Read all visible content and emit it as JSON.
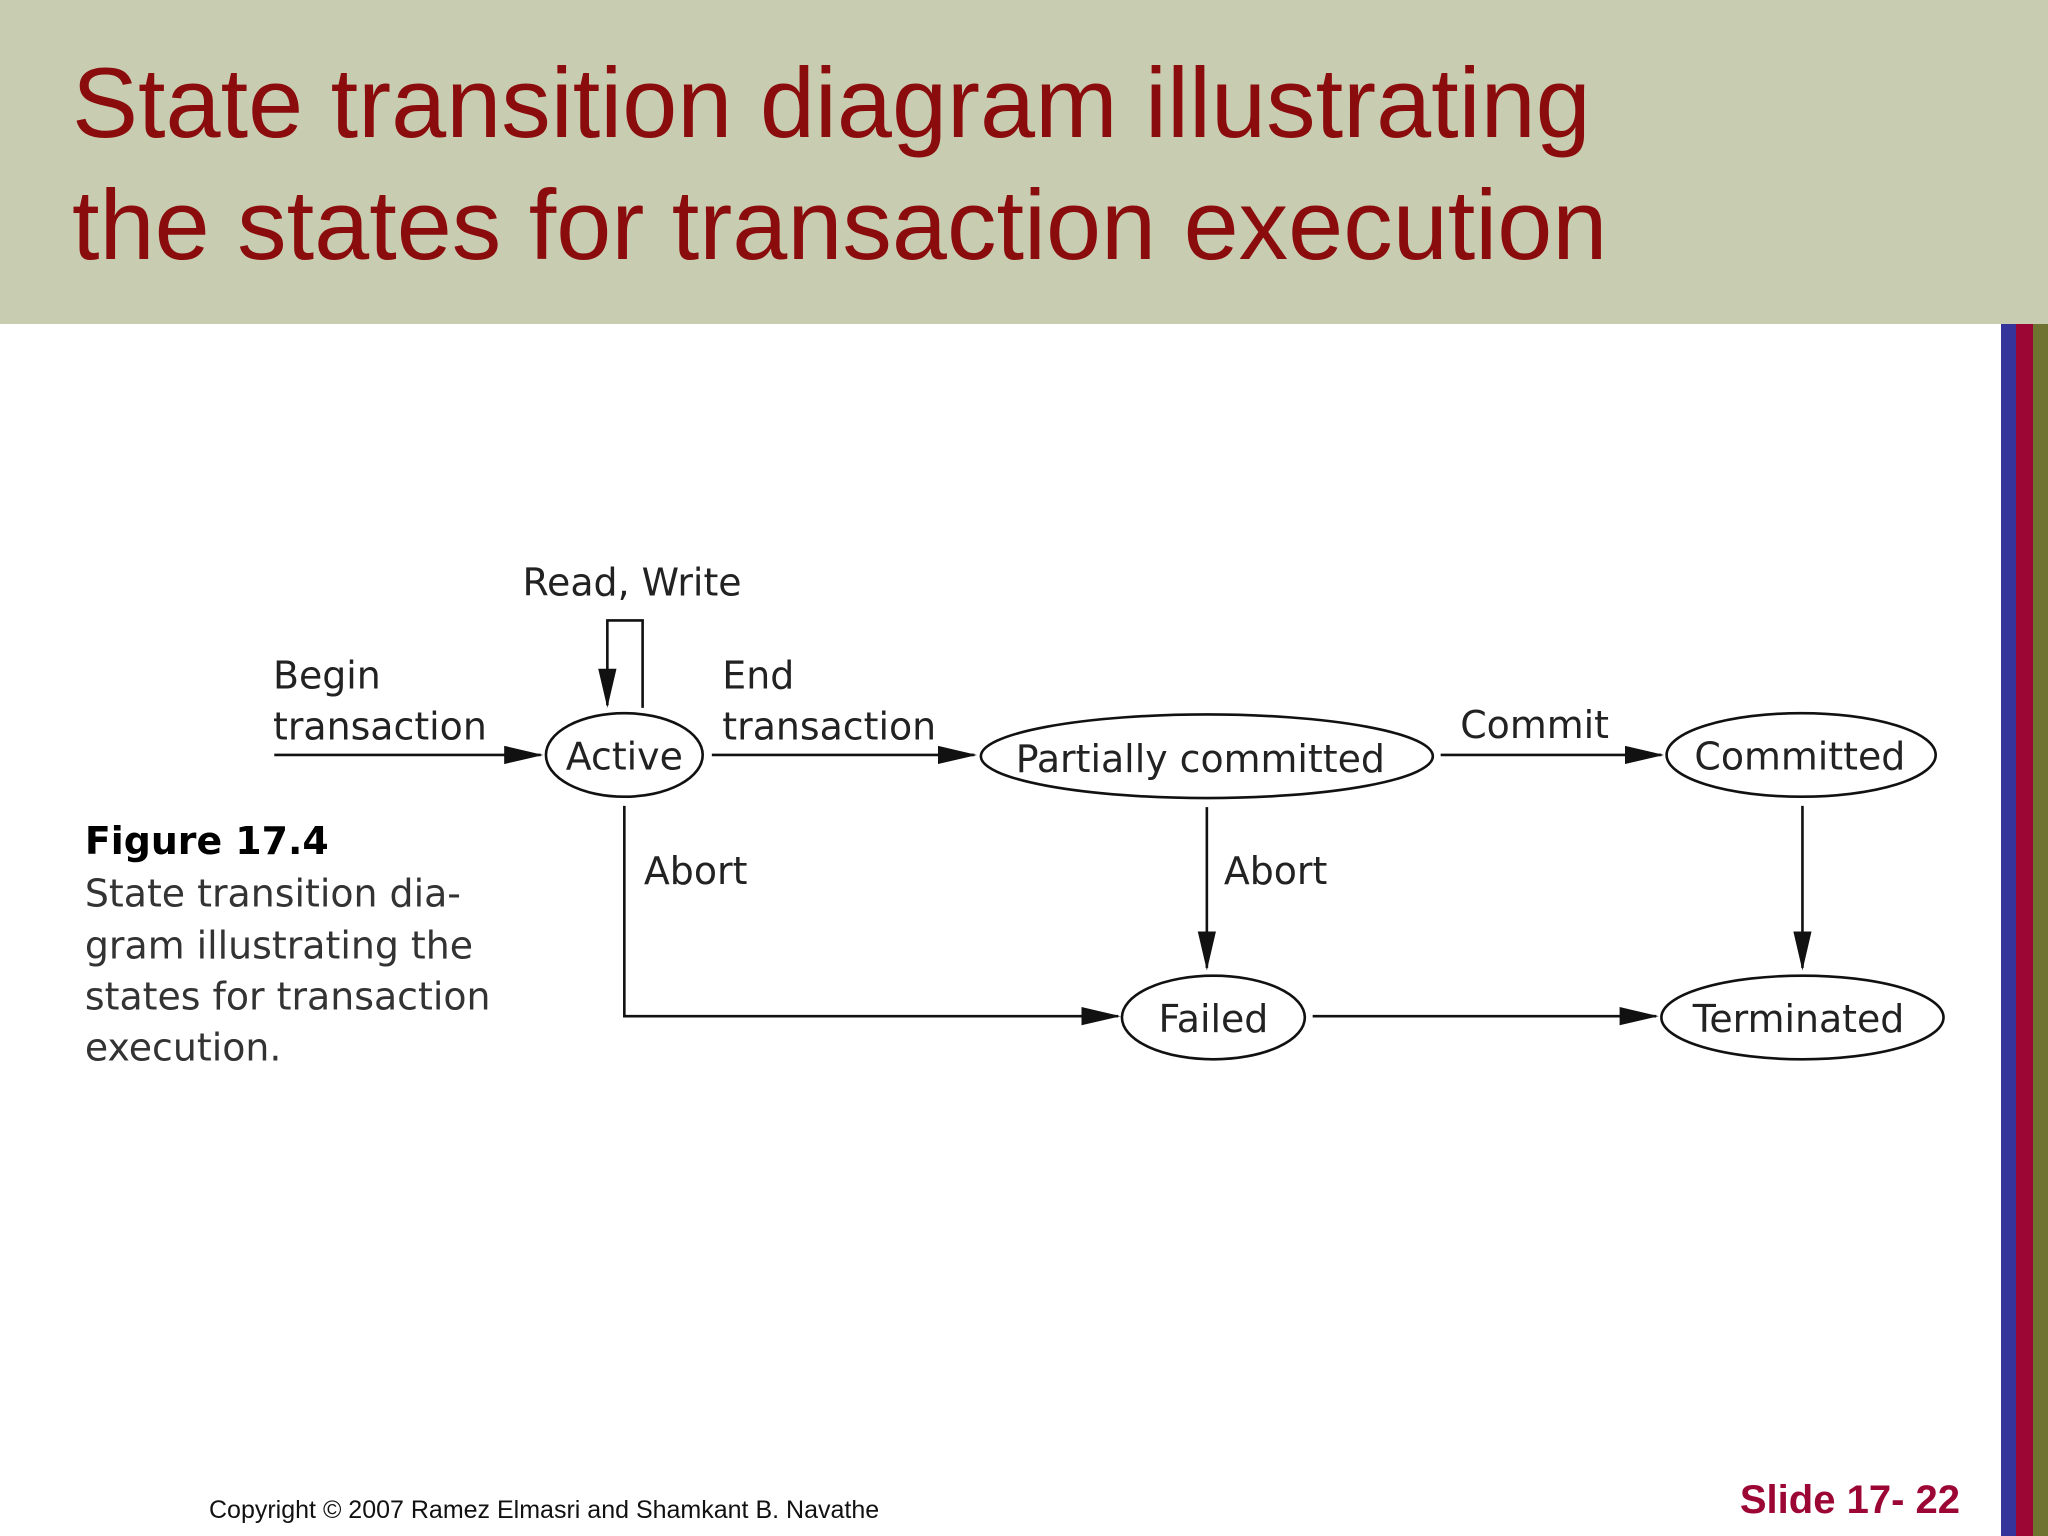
{
  "slide": {
    "title": "State transition diagram illustrating\nthe states for transaction execution",
    "copyright": "Copyright © 2007 Ramez Elmasri and Shamkant B. Navathe",
    "slide_number": "Slide 17- 22",
    "colors": {
      "header_bg": "#C8CCB1",
      "title": "#8B0C0C",
      "stripes": [
        "#34349A",
        "#9C0635",
        "#6E7430"
      ]
    }
  },
  "diagram": {
    "states": {
      "active": "Active",
      "partially_committed": "Partially committed",
      "committed": "Committed",
      "failed": "Failed",
      "terminated": "Terminated"
    },
    "transitions": {
      "read_write": "Read, Write",
      "begin_1": "Begin",
      "begin_2": "transaction",
      "end_1": "End",
      "end_2": "transaction",
      "commit": "Commit",
      "abort_active": "Abort",
      "abort_partial": "Abort"
    }
  },
  "figure": {
    "label": "Figure 17.4",
    "caption_lines": [
      "State transition dia-",
      "gram illustrating the",
      "states for transaction",
      "execution."
    ]
  }
}
